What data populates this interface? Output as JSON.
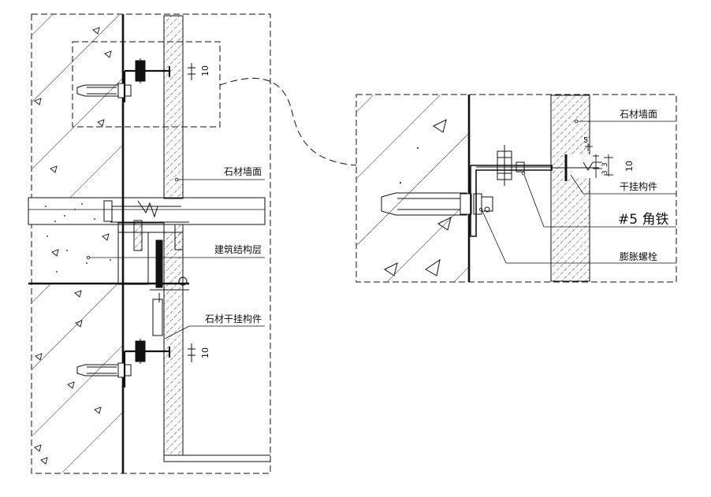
{
  "labels": {
    "stone_wall_face": "石材墙面",
    "building_structure_layer": "建筑结构层",
    "stone_dry_hanging_part": "石材干挂构件",
    "dry_hanging_part": "干挂构件",
    "angle_iron": "#5 角铁",
    "expansion_bolt": "膨胀螺栓"
  },
  "dimensions": {
    "upper_gap": "10",
    "lower_gap": "10",
    "detail_gap": "10",
    "detail_five": "5",
    "detail_three_a": "3",
    "detail_three_b": "3"
  },
  "colors": {
    "line": "#111111",
    "background": "#ffffff"
  }
}
